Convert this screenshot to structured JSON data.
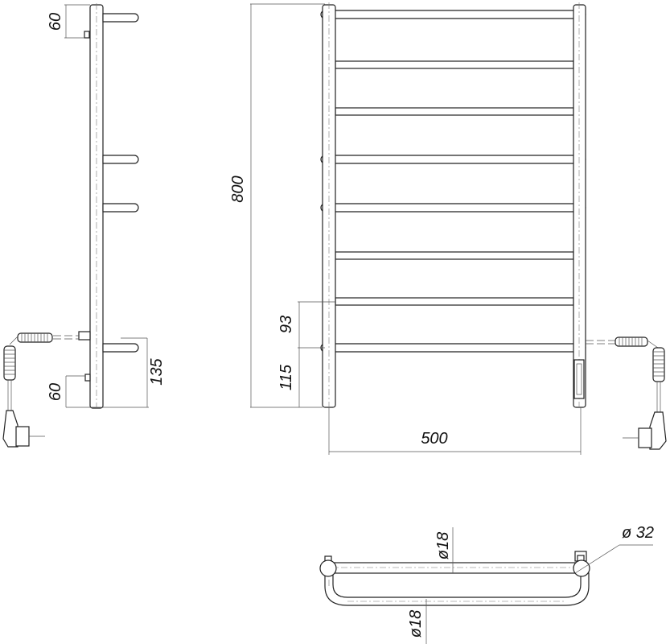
{
  "drawing": {
    "side_view": {
      "dim_top": "60",
      "dim_bottom": "60",
      "dim_connection": "135"
    },
    "front_view": {
      "dim_height": "800",
      "dim_rung_gap": "93",
      "dim_bottom_offset": "115",
      "dim_width": "500"
    },
    "top_view": {
      "dim_rung_diameter_top": "ø18",
      "dim_rung_diameter_bottom": "ø18",
      "dim_post_diameter": "ø 32"
    }
  }
}
